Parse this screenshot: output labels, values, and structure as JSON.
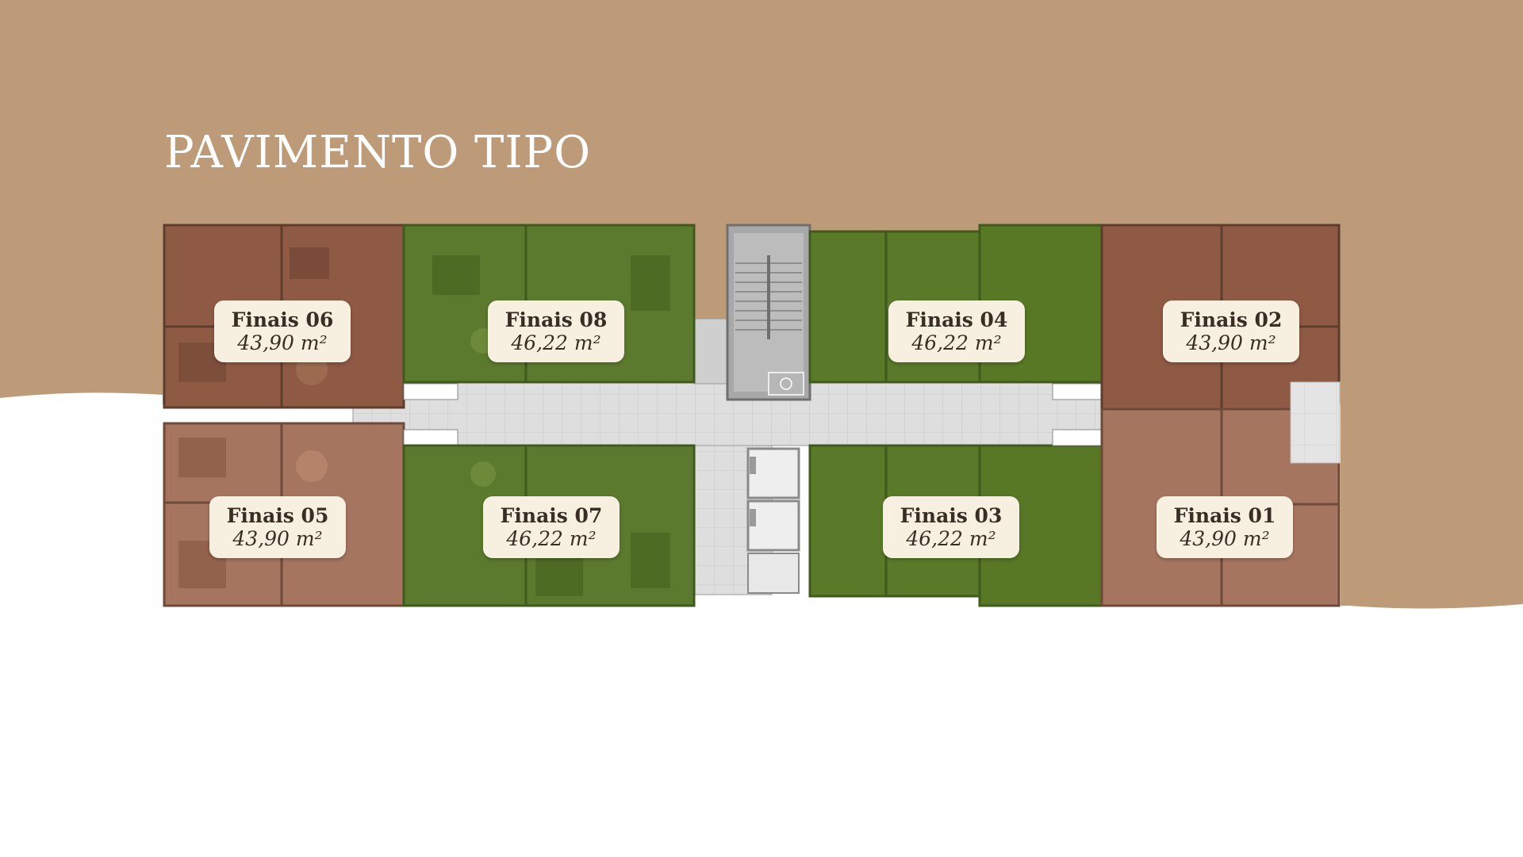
{
  "page": {
    "title": "PAVIMENTO TIPO",
    "colors": {
      "band": "#bd9a78",
      "background": "#ffffff",
      "unit_brown": "#8f5a44",
      "unit_green": "#5c7a2e",
      "corridor": "#dcdcdc",
      "label_bg": "#f7efe0",
      "label_text": "#3a2e24"
    }
  },
  "units": [
    {
      "name": "Finais 06",
      "area": "43,90 m²",
      "color": "brown"
    },
    {
      "name": "Finais 08",
      "area": "46,22 m²",
      "color": "green"
    },
    {
      "name": "Finais 04",
      "area": "46,22 m²",
      "color": "green"
    },
    {
      "name": "Finais 02",
      "area": "43,90 m²",
      "color": "brown"
    },
    {
      "name": "Finais 05",
      "area": "43,90 m²",
      "color": "brown"
    },
    {
      "name": "Finais 07",
      "area": "46,22 m²",
      "color": "green"
    },
    {
      "name": "Finais 03",
      "area": "46,22 m²",
      "color": "green"
    },
    {
      "name": "Finais 01",
      "area": "43,90 m²",
      "color": "brown"
    }
  ],
  "icons": [
    "accessibility-icon",
    "stairs-icon",
    "elevator-icon"
  ]
}
